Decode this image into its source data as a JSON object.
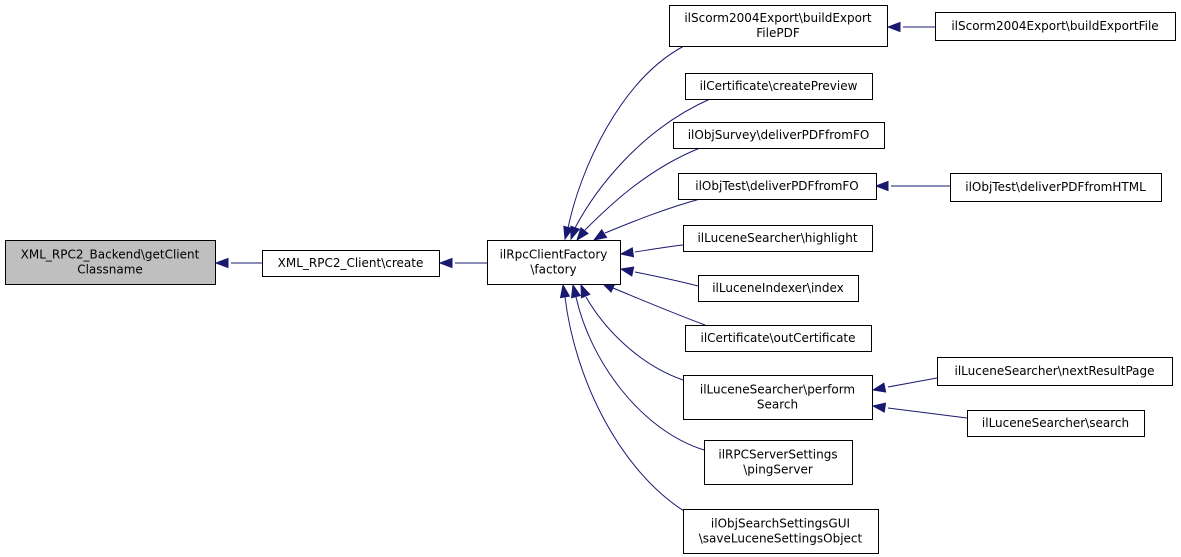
{
  "graph": {
    "nodes": [
      {
        "id": "getclientclassname",
        "name": "node-getclientclassname",
        "lines": [
          "XML_RPC2_Backend\\getClient",
          "Classname"
        ],
        "focus": true
      },
      {
        "id": "client-create",
        "name": "node-client-create",
        "lines": [
          "XML_RPC2_Client\\create"
        ],
        "focus": false
      },
      {
        "id": "factory",
        "name": "node-rpcclientfactory-factory",
        "lines": [
          "ilRpcClientFactory",
          "\\factory"
        ],
        "focus": false
      },
      {
        "id": "buildexportfilepdf",
        "name": "node-scorm-buildexportfilepdf",
        "lines": [
          "ilScorm2004Export\\buildExport",
          "FilePDF"
        ],
        "focus": false
      },
      {
        "id": "buildexportfile",
        "name": "node-scorm-buildexportfile",
        "lines": [
          "ilScorm2004Export\\buildExportFile"
        ],
        "focus": false
      },
      {
        "id": "createpreview",
        "name": "node-certificate-createpreview",
        "lines": [
          "ilCertificate\\createPreview"
        ],
        "focus": false
      },
      {
        "id": "survey-deliverpdf",
        "name": "node-survey-deliverpdffromfo",
        "lines": [
          "ilObjSurvey\\deliverPDFfromFO"
        ],
        "focus": false
      },
      {
        "id": "test-deliverpdf",
        "name": "node-test-deliverpdffromfo",
        "lines": [
          "ilObjTest\\deliverPDFfromFO"
        ],
        "focus": false
      },
      {
        "id": "test-deliverhtml",
        "name": "node-test-deliverpdffromhtml",
        "lines": [
          "ilObjTest\\deliverPDFfromHTML"
        ],
        "focus": false
      },
      {
        "id": "highlight",
        "name": "node-lucenesearcher-highlight",
        "lines": [
          "ilLuceneSearcher\\highlight"
        ],
        "focus": false
      },
      {
        "id": "index",
        "name": "node-luceneindexer-index",
        "lines": [
          "ilLuceneIndexer\\index"
        ],
        "focus": false
      },
      {
        "id": "outcertificate",
        "name": "node-certificate-outcertificate",
        "lines": [
          "ilCertificate\\outCertificate"
        ],
        "focus": false
      },
      {
        "id": "performsearch",
        "name": "node-lucenesearcher-performsearch",
        "lines": [
          "ilLuceneSearcher\\perform",
          "Search"
        ],
        "focus": false
      },
      {
        "id": "nextresultpage",
        "name": "node-lucenesearcher-nextresultpage",
        "lines": [
          "ilLuceneSearcher\\nextResultPage"
        ],
        "focus": false
      },
      {
        "id": "search",
        "name": "node-lucenesearcher-search",
        "lines": [
          "ilLuceneSearcher\\search"
        ],
        "focus": false
      },
      {
        "id": "pingserver",
        "name": "node-rpcserversettings-pingserver",
        "lines": [
          "ilRPCServerSettings",
          "\\pingServer"
        ],
        "focus": false
      },
      {
        "id": "savelucene",
        "name": "node-objsearchsettingsgui-savelucenesettingsobject",
        "lines": [
          "ilObjSearchSettingsGUI",
          "\\saveLuceneSettingsObject"
        ],
        "focus": false
      }
    ],
    "edges": [
      {
        "from": "client-create",
        "to": "getclientclassname"
      },
      {
        "from": "factory",
        "to": "client-create"
      },
      {
        "from": "buildexportfilepdf",
        "to": "factory"
      },
      {
        "from": "createpreview",
        "to": "factory"
      },
      {
        "from": "survey-deliverpdf",
        "to": "factory"
      },
      {
        "from": "test-deliverpdf",
        "to": "factory"
      },
      {
        "from": "highlight",
        "to": "factory"
      },
      {
        "from": "index",
        "to": "factory"
      },
      {
        "from": "outcertificate",
        "to": "factory"
      },
      {
        "from": "performsearch",
        "to": "factory"
      },
      {
        "from": "pingserver",
        "to": "factory"
      },
      {
        "from": "savelucene",
        "to": "factory"
      },
      {
        "from": "buildexportfile",
        "to": "buildexportfilepdf"
      },
      {
        "from": "test-deliverhtml",
        "to": "test-deliverpdf"
      },
      {
        "from": "nextresultpage",
        "to": "performsearch"
      },
      {
        "from": "search",
        "to": "performsearch"
      }
    ]
  },
  "colors": {
    "edge": "#191970",
    "focus_fill": "#bfbfbf",
    "node_border": "#000000"
  }
}
